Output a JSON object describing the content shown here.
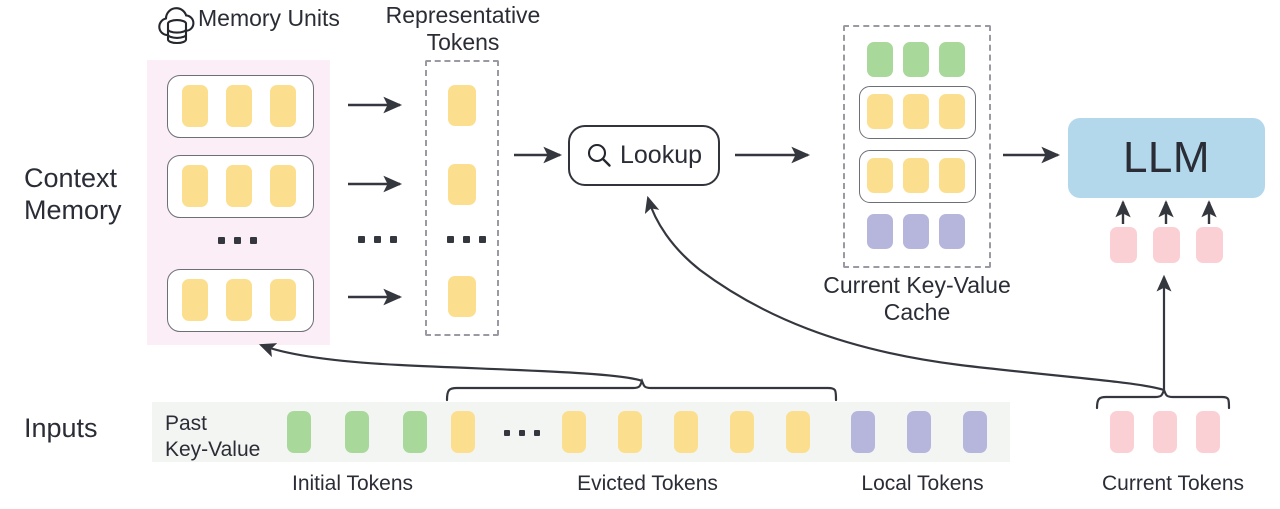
{
  "diagram": {
    "title_sections": {
      "context_memory": "Context\nMemory",
      "inputs": "Inputs"
    },
    "headings": {
      "memory_units": "Memory Units",
      "representative_tokens": "Representative\nTokens",
      "current_kv_cache": "Current Key-Value\nCache"
    },
    "lookup": {
      "label": "Lookup",
      "icon": "search-icon"
    },
    "llm": {
      "label": "LLM"
    },
    "inputs": {
      "row_label": "Past\nKey-Value",
      "captions": {
        "initial": "Initial Tokens",
        "evicted": "Evicted Tokens",
        "local": "Local Tokens",
        "current": "Current Tokens"
      },
      "token_sequence": [
        {
          "type": "green"
        },
        {
          "type": "green"
        },
        {
          "type": "green"
        },
        {
          "type": "yellow"
        },
        {
          "type": "ellipsis"
        },
        {
          "type": "yellow"
        },
        {
          "type": "yellow"
        },
        {
          "type": "yellow"
        },
        {
          "type": "yellow"
        },
        {
          "type": "yellow"
        },
        {
          "type": "purple"
        },
        {
          "type": "purple"
        },
        {
          "type": "purple"
        }
      ],
      "current_tokens": [
        {
          "type": "pink"
        },
        {
          "type": "pink"
        },
        {
          "type": "pink"
        }
      ]
    },
    "memory_units": {
      "unit_count_shown": 3,
      "tokens_per_unit": 3,
      "ellipsis": "...",
      "units": [
        {
          "tokens": [
            "yellow",
            "yellow",
            "yellow"
          ]
        },
        {
          "tokens": [
            "yellow",
            "yellow",
            "yellow"
          ]
        },
        {
          "tokens": [
            "yellow",
            "yellow",
            "yellow"
          ]
        }
      ]
    },
    "representative_tokens": {
      "tokens": [
        "yellow",
        "yellow",
        "yellow"
      ],
      "ellipsis": "..."
    },
    "kv_cache": {
      "rows": [
        {
          "kind": "plain",
          "tokens": [
            "green",
            "green",
            "green"
          ]
        },
        {
          "kind": "boxed",
          "tokens": [
            "yellow",
            "yellow",
            "yellow"
          ]
        },
        {
          "kind": "boxed",
          "tokens": [
            "yellow",
            "yellow",
            "yellow"
          ]
        },
        {
          "kind": "plain",
          "tokens": [
            "purple",
            "purple",
            "purple"
          ]
        }
      ]
    },
    "colors": {
      "yellow": "#fcdf8e",
      "green": "#a8d99a",
      "purple": "#b6b6dd",
      "pink": "#fbd0d4",
      "llm_blue": "#b3d8ec",
      "memory_panel_pink": "#fbeef6",
      "input_strip_gray": "#f3f5f3",
      "stroke": "#32343c",
      "dashed_stroke": "#9a9aa2"
    },
    "flow_arrows": [
      {
        "from": "memory-unit-1",
        "to": "representative-token-1"
      },
      {
        "from": "memory-unit-2",
        "to": "representative-token-2"
      },
      {
        "from": "memory-unit-3",
        "to": "representative-token-3"
      },
      {
        "from": "representative-tokens",
        "to": "lookup"
      },
      {
        "from": "lookup",
        "to": "current-kv-cache"
      },
      {
        "from": "current-kv-cache",
        "to": "llm"
      },
      {
        "from": "evicted-tokens",
        "to": "context-memory"
      },
      {
        "from": "current-tokens",
        "to": "lookup"
      },
      {
        "from": "current-tokens",
        "to": "llm"
      }
    ]
  }
}
